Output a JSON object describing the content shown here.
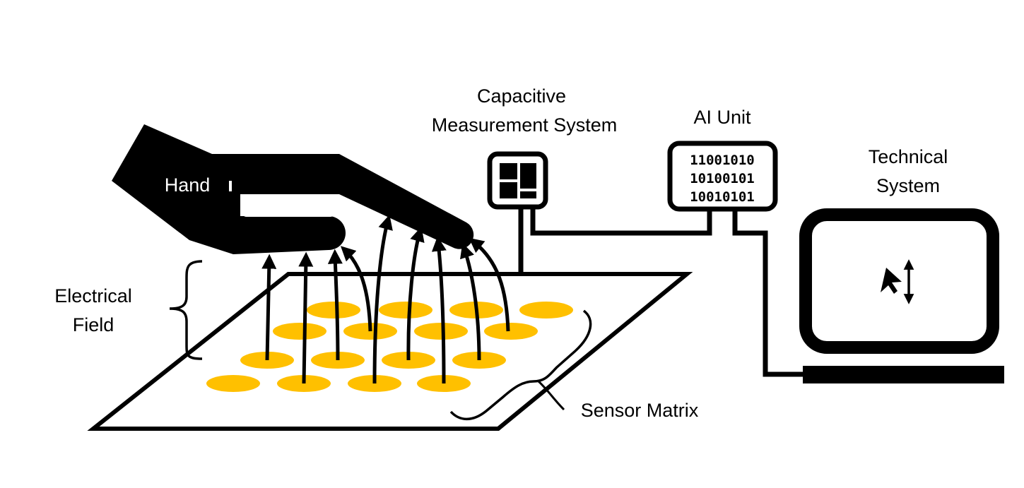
{
  "labels": {
    "hand": "Hand",
    "electrical_field": [
      "Electrical",
      "Field"
    ],
    "capacitive": [
      "Capacitive",
      "Measurement System"
    ],
    "ai_unit": "AI Unit",
    "technical_system": [
      "Technical",
      "System"
    ],
    "sensor_matrix": "Sensor Matrix"
  },
  "ai_unit_code": [
    "11001010",
    "10100101",
    "10010101"
  ],
  "colors": {
    "sensor_pad": "#FFC000",
    "ink": "#000000",
    "background": "#FFFFFF"
  },
  "icons": {
    "hand": "hand-icon",
    "capacitive": "grid-panel-icon",
    "technical_system": "laptop-icon",
    "cursor": "mouse-cursor-icon"
  }
}
